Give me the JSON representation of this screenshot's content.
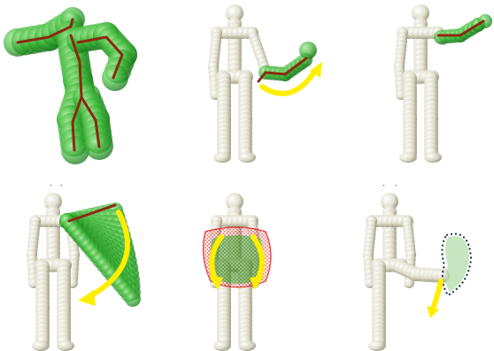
{
  "figure": {
    "panels": [
      {
        "id": "a",
        "content": "green-sphere-skeleton-bent-pose"
      },
      {
        "id": "b",
        "content": "arm-swing-with-yellow-arrow"
      },
      {
        "id": "c",
        "content": "arm-raised-result"
      },
      {
        "id": "d",
        "content": "arm-swept-volume-with-arrow"
      },
      {
        "id": "e",
        "content": "torso-mesh-with-arrows"
      },
      {
        "id": "f",
        "content": "leg-stroke-dotted-outline-with-arrow"
      }
    ],
    "marks": {
      "tick_left": "`",
      "tick_right": "´"
    },
    "colors": {
      "sphere_green": "#2fa82f",
      "sphere_pale": "#d9d6c2",
      "bone_red": "#8a2a10",
      "arrow_yellow": "#ffee00",
      "mesh_red": "#e01818",
      "outline_navy": "#1c2a4a",
      "stroke_light_green": "#b8e0b0"
    }
  }
}
